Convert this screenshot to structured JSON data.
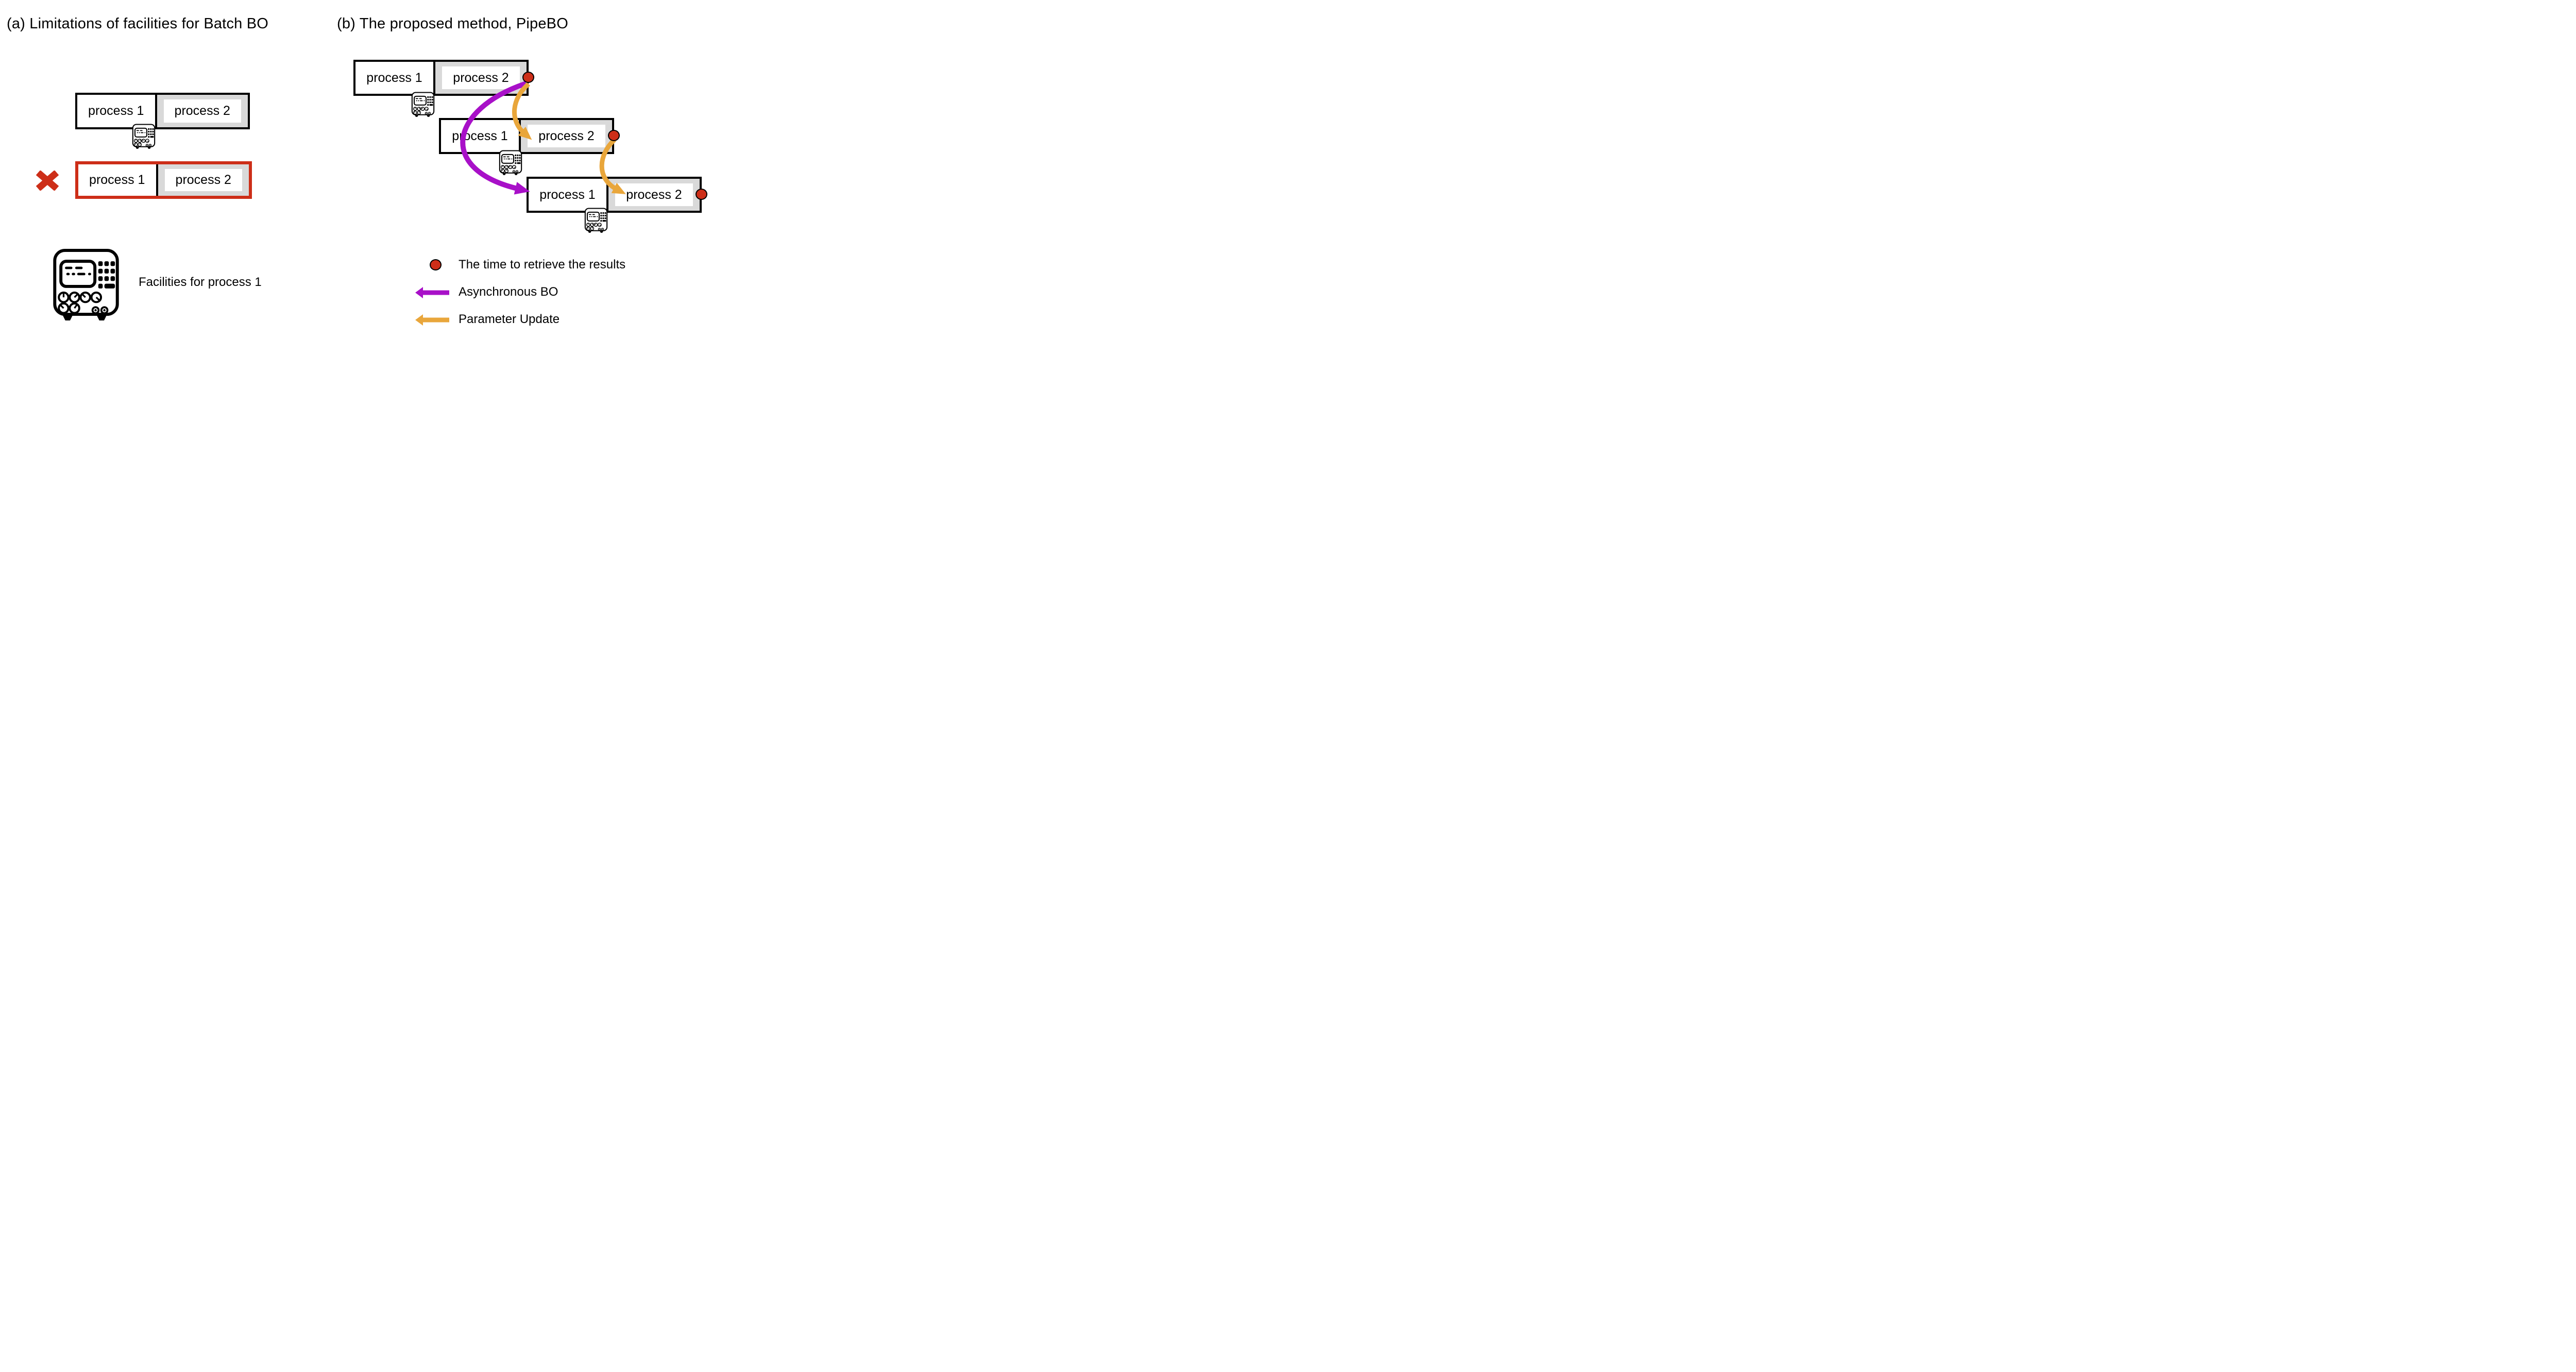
{
  "colors": {
    "red": "#CD2E18",
    "gray": "#D9D9D9",
    "purple": "#A810C8",
    "orange": "#E9A63B"
  },
  "panel_a": {
    "title": "(a) Limitations of facilities for Batch BO",
    "allowed_row": {
      "process1": "process 1",
      "process2": "process 2"
    },
    "invalid_row": {
      "process1": "process 1",
      "process2": "process 2"
    },
    "facility_caption": "Facilities for process 1"
  },
  "panel_b": {
    "title": "(b) The proposed method, PipeBO",
    "rows": [
      {
        "process1": "process 1",
        "process2": "process 2"
      },
      {
        "process1": "process 1",
        "process2": "process 2"
      },
      {
        "process1": "process 1",
        "process2": "process 2"
      }
    ],
    "legend": [
      {
        "symbol": "result-dot",
        "label": "The time to retrieve the results"
      },
      {
        "symbol": "asynchronous-bo-arrow",
        "label": "Asynchronous BO"
      },
      {
        "symbol": "parameter-update-arrow",
        "label": "Parameter Update"
      }
    ]
  }
}
